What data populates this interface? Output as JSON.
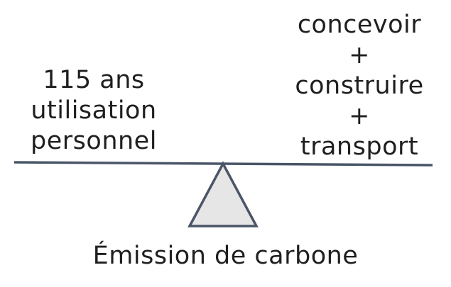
{
  "left_label": {
    "lines": [
      "115 ans",
      "utilisation",
      "personnel"
    ]
  },
  "right_label": {
    "lines": [
      "concevoir",
      "+",
      "construire",
      "+",
      "transport"
    ]
  },
  "caption": "Émission de carbone",
  "colors": {
    "beam": "#4a5568",
    "fulcrum_fill": "#e6e6e6",
    "fulcrum_stroke": "#4a5568",
    "text": "#1f1f1f"
  }
}
